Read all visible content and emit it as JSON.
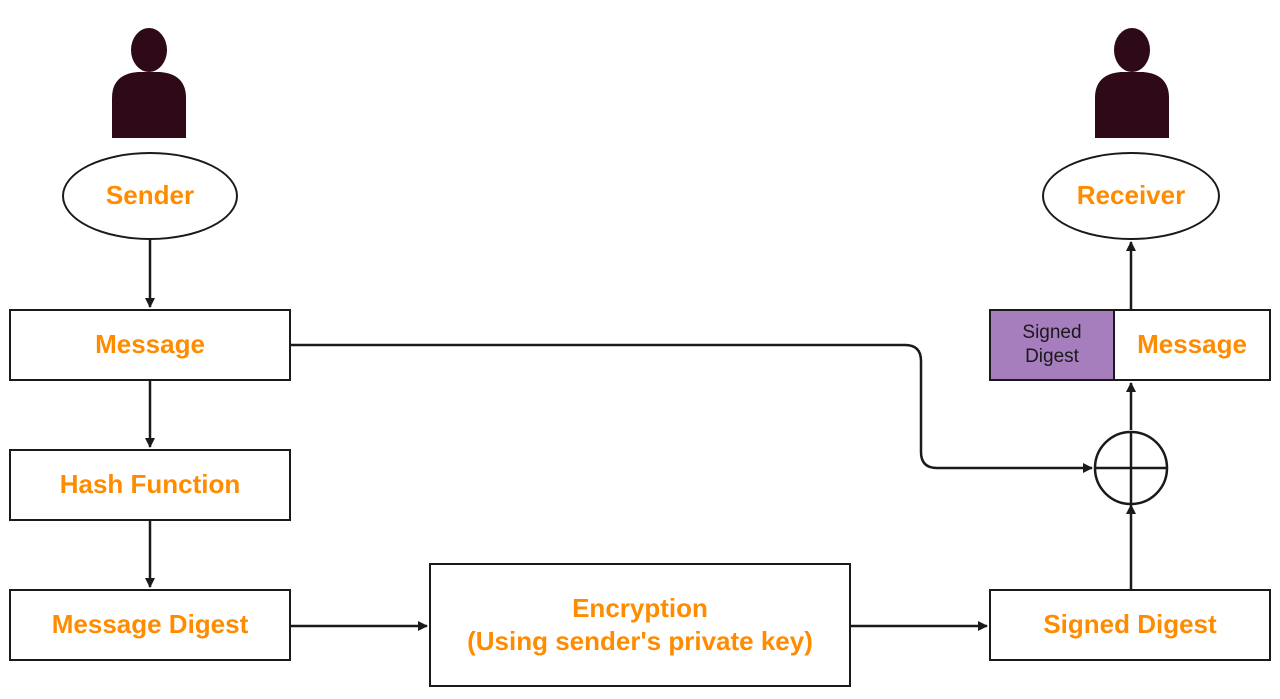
{
  "sender": {
    "label": "Sender"
  },
  "receiver": {
    "label": "Receiver"
  },
  "nodes": {
    "message": "Message",
    "hash_function": "Hash Function",
    "message_digest": "Message Digest",
    "encryption_line1": "Encryption",
    "encryption_line2": "(Using sender's private key)",
    "signed_digest": "Signed Digest"
  },
  "combined": {
    "signed_digest_line1": "Signed",
    "signed_digest_line2": "Digest",
    "message": "Message"
  },
  "icons": {
    "sender": "person-icon",
    "receiver": "person-icon",
    "combine": "xor-circle-icon"
  },
  "colors": {
    "label": "#ff8c00",
    "stroke": "#1a1a1a",
    "person": "#2e0a18",
    "signed_digest_fill": "#a67dbd"
  }
}
